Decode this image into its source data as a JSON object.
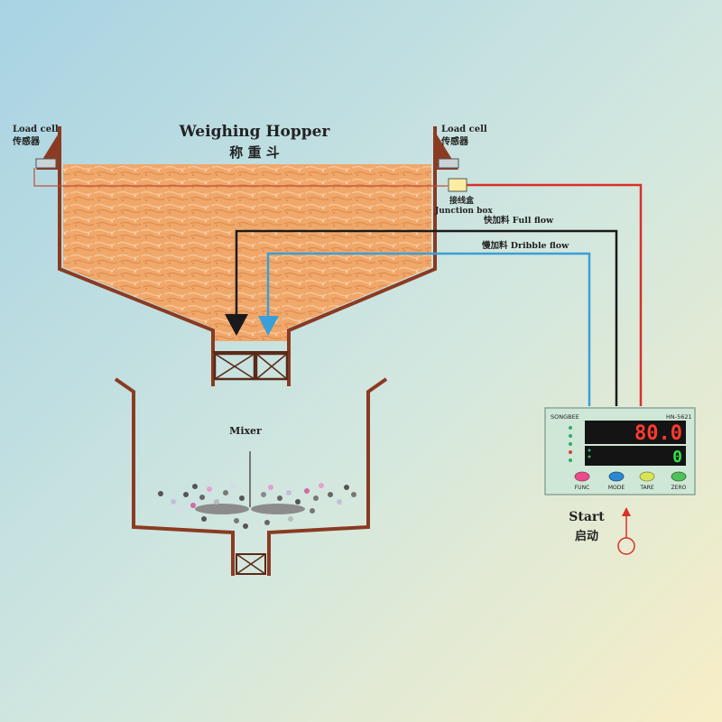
{
  "hopper": {
    "title_en": "Weighing Hopper",
    "title_zh": "称 重 斗"
  },
  "load_cell_left": {
    "label_en": "Load cell",
    "label_zh": "传感器"
  },
  "load_cell_right": {
    "label_en": "Load cell",
    "label_zh": "传感器"
  },
  "junction_box": {
    "label_zh": "接线盒",
    "label_en": "Junction box"
  },
  "full_flow": {
    "label": "快加料 Full flow",
    "color": "#1a1a1a"
  },
  "dribble_flow": {
    "label": "慢加料 Dribble flow",
    "color": "#3a9fd6"
  },
  "signal_line": {
    "color": "#d9302b"
  },
  "mixer": {
    "label": "Mixer"
  },
  "controller": {
    "brand": "SONGBEE",
    "model": "HN-5621",
    "display_main": "80.0",
    "display_sub": "0",
    "buttons": [
      "FUNC",
      "MODE",
      "TARE",
      "ZERO"
    ],
    "panel_color": "#cfe7d6",
    "display_main_color": "#ff3b2f",
    "display_sub_color": "#33e04a"
  },
  "start": {
    "label_en": "Start",
    "label_zh": "启动"
  },
  "colors": {
    "material": "#f0a76a",
    "structure": "#8a3b22"
  }
}
